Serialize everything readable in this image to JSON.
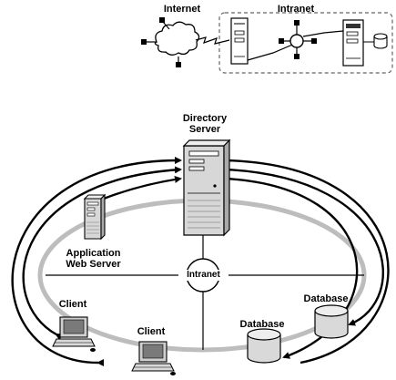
{
  "top": {
    "internet_label": "Internet",
    "intranet_label": "Intranet"
  },
  "main": {
    "directory_server_label": [
      "Directory",
      "Server"
    ],
    "application_server_label": [
      "Application",
      "Web Server"
    ],
    "intranet_hub_label": "Intranet",
    "client_label": "Client",
    "database_label": "Database"
  }
}
